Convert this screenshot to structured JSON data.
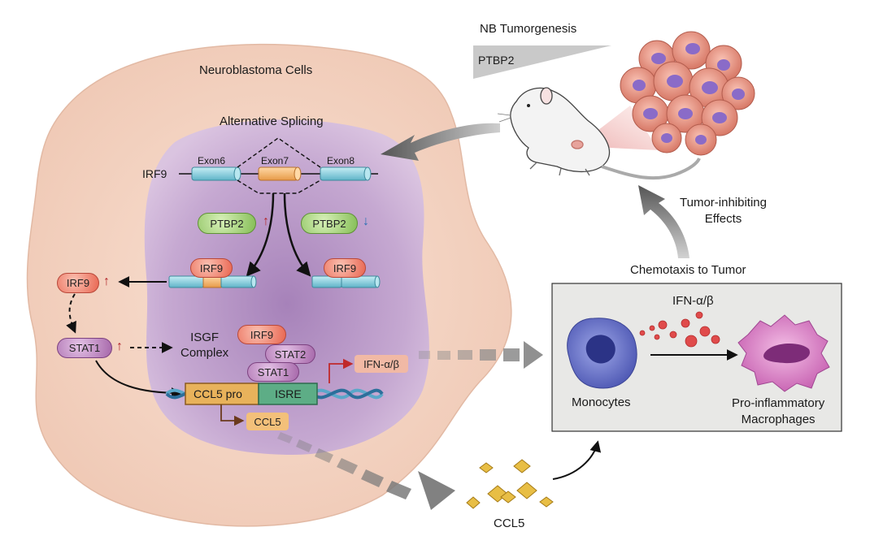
{
  "cell_title": "Neuroblastoma Cells",
  "splicing_title": "Alternative Splicing",
  "gene": "IRF9",
  "exons": [
    "Exon6",
    "Exon7",
    "Exon8"
  ],
  "ptbp2_up": "PTBP2",
  "ptbp2_down": "PTBP2",
  "isoform_label_1": "IRF9",
  "isoform_label_2": "IRF9",
  "irf9_protein": "IRF9",
  "stat1_protein": "STAT1",
  "isgf": {
    "line1": "ISGF",
    "line2": "Complex"
  },
  "complex": {
    "irf9": "IRF9",
    "stat2": "STAT2",
    "stat1": "STAT1"
  },
  "promoter": "CCL5 pro",
  "isre": "ISRE",
  "ifn_output": "IFN-α/β",
  "ccl5_output": "CCL5",
  "tumorigenesis": "NB Tumorgenesis",
  "wedge_label": "PTBP2",
  "tumor_effects": {
    "line1": "Tumor-inhibiting",
    "line2": "Effects"
  },
  "chemotaxis": "Chemotaxis to Tumor",
  "box_ifn": "IFN-α/β",
  "monocytes": "Monocytes",
  "macrophages": {
    "line1": "Pro-inflammatory",
    "line2": "Macrophages"
  },
  "ccl5_bottom": "CCL5",
  "colors": {
    "cell": "#f6d8c8",
    "nucleus": "#b79ac8",
    "exon_blue": "#8fcfdc",
    "exon_orange": "#f2b36b",
    "irf9_red": "#ee7d6a",
    "stat_purple": "#b77ab8",
    "ptbp2_green": "#9ccd6b",
    "box_grey": "#e8e8e6"
  }
}
